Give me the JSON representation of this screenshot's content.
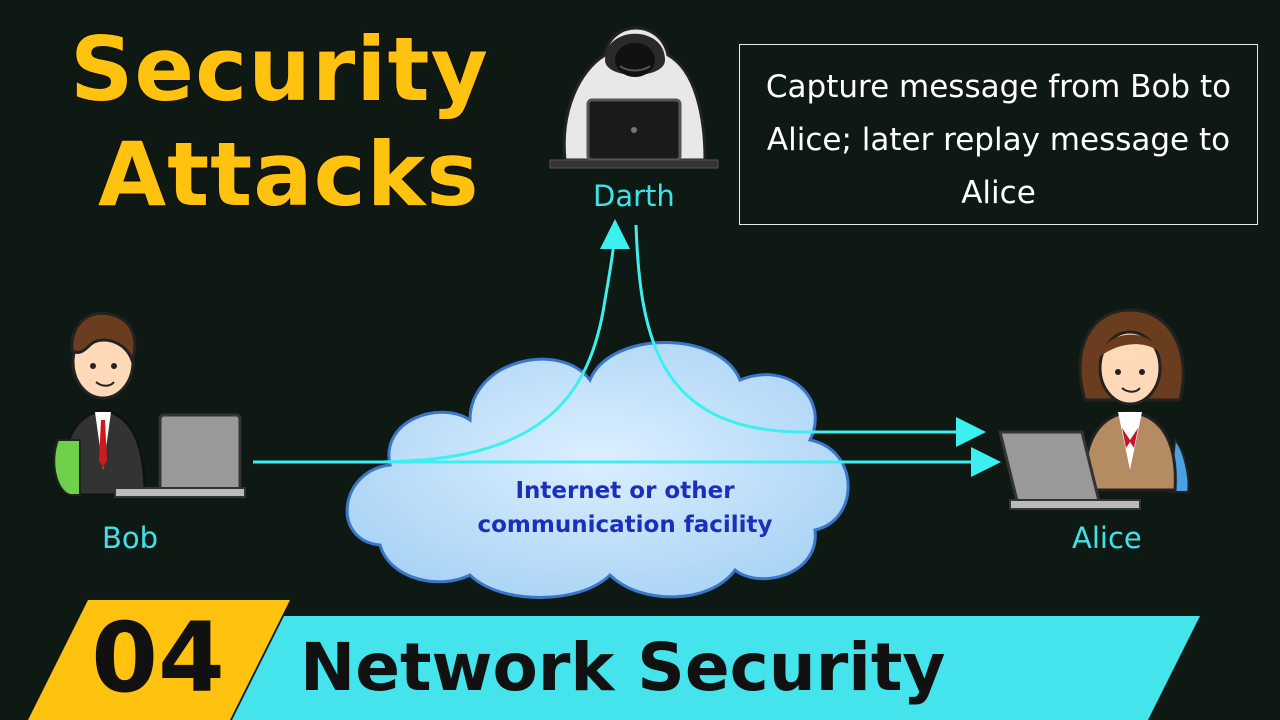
{
  "title": {
    "line1": "Security",
    "line2": "Attacks"
  },
  "description": "Capture message from Bob to Alice; later replay message to Alice",
  "actors": {
    "attacker": "Darth",
    "sender": "Bob",
    "receiver": "Alice"
  },
  "network_label": "Internet or other communication facility",
  "footer": {
    "number": "04",
    "course": "Network Security"
  },
  "colors": {
    "title": "#ffc20e",
    "accent_cyan": "#45e3ec",
    "arrow": "#3df0f0",
    "cloud_fill": "#b9dcf6",
    "cloud_text": "#1b2fb8",
    "background": "#0f1914"
  },
  "icons": {
    "attacker": "hooded-hacker-with-laptop-icon",
    "sender": "businessman-with-laptop-icon",
    "receiver": "businesswoman-with-laptop-icon",
    "network": "cloud-icon"
  }
}
